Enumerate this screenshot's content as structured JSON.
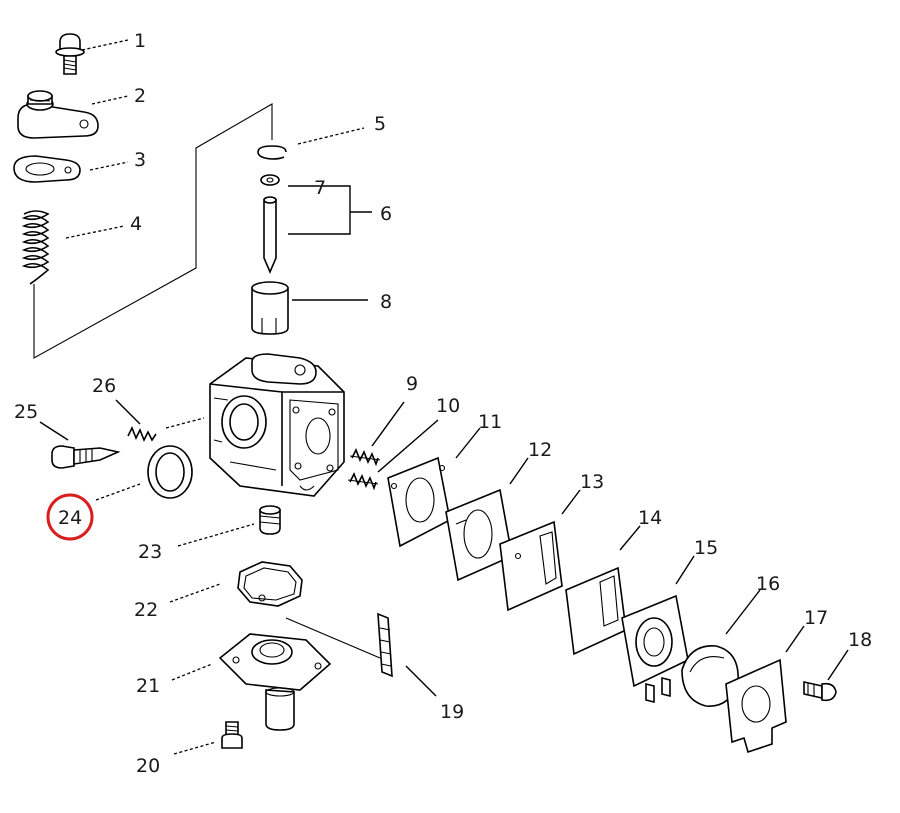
{
  "diagram": {
    "labels": [
      "1",
      "2",
      "3",
      "4",
      "5",
      "6",
      "7",
      "8",
      "9",
      "10",
      "11",
      "12",
      "13",
      "14",
      "15",
      "16",
      "17",
      "18",
      "19",
      "20",
      "21",
      "22",
      "23",
      "24",
      "25",
      "26"
    ],
    "highlighted_label": "24",
    "highlight_color": "#d81e1e"
  }
}
